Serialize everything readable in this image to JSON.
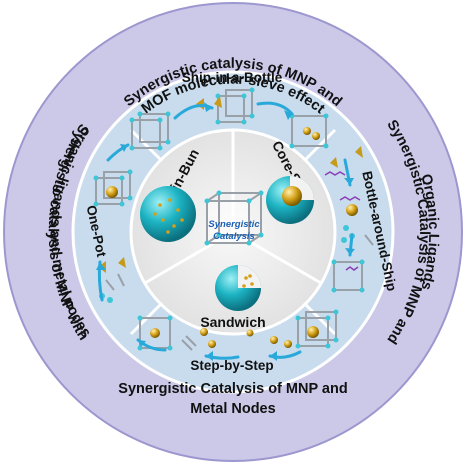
{
  "outer_ring": {
    "top": "Synergistic catalysis of MNP and MOF molecular sieve effect",
    "top_line1": "Synergistic catalysis of MNP and",
    "top_line2": "MOF molecular sieve effect",
    "left_line1": "Synergistic catalysis of MNP with",
    "left_line2": "organic ligands and metal nodes",
    "right_line1": "Synergistic Catalysis of MNP and",
    "right_line2": "Organic Ligands",
    "bottom_line1": "Synergistic Catalysis of MNP and",
    "bottom_line2": "Metal Nodes"
  },
  "middle_ring": {
    "ship_in_a_bottle": "Ship-in-a-Bottle",
    "bottle_around_ship": "Bottle-around-Ship",
    "step_by_step": "Step-by-Step",
    "one_pot": "One-Pot"
  },
  "inner_disk": {
    "raisin_bun": "Raisin-Bun",
    "core_shell": "Core-Shell",
    "sandwich": "Sandwich"
  },
  "center": {
    "line1": "Synergistic",
    "line2": "Catalysis"
  },
  "colors": {
    "outer_ring": "#cbc8e8",
    "middle_ring": "#c8dcee",
    "inner_disk": "#ececec",
    "sphere": "#1db4c4",
    "gold": "#d4a017",
    "node": "#3fc6d6",
    "arrow": "#29a9d9"
  }
}
